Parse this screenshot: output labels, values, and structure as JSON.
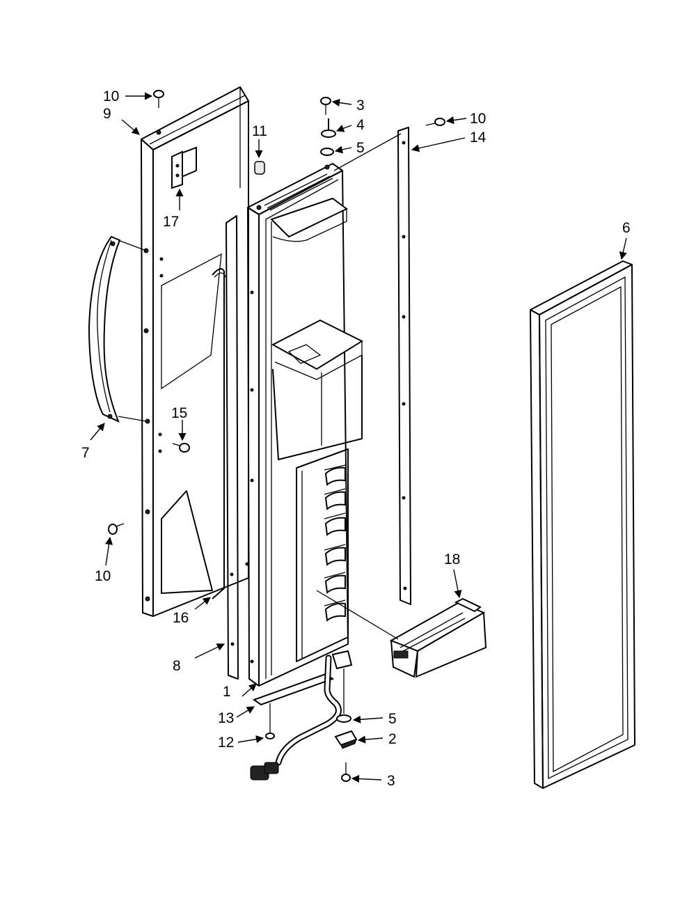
{
  "callouts": [
    {
      "id": "c10a",
      "label": "10"
    },
    {
      "id": "c9",
      "label": "9"
    },
    {
      "id": "c17",
      "label": "17"
    },
    {
      "id": "c7",
      "label": "7"
    },
    {
      "id": "c15",
      "label": "15"
    },
    {
      "id": "c10b",
      "label": "10"
    },
    {
      "id": "c16",
      "label": "16"
    },
    {
      "id": "c8",
      "label": "8"
    },
    {
      "id": "c11",
      "label": "11"
    },
    {
      "id": "c3a",
      "label": "3"
    },
    {
      "id": "c4",
      "label": "4"
    },
    {
      "id": "c5a",
      "label": "5"
    },
    {
      "id": "c10c",
      "label": "10"
    },
    {
      "id": "c14",
      "label": "14"
    },
    {
      "id": "c6",
      "label": "6"
    },
    {
      "id": "c18",
      "label": "18"
    },
    {
      "id": "c1",
      "label": "1"
    },
    {
      "id": "c13",
      "label": "13"
    },
    {
      "id": "c12",
      "label": "12"
    },
    {
      "id": "c5b",
      "label": "5"
    },
    {
      "id": "c2",
      "label": "2"
    },
    {
      "id": "c3b",
      "label": "3"
    }
  ]
}
